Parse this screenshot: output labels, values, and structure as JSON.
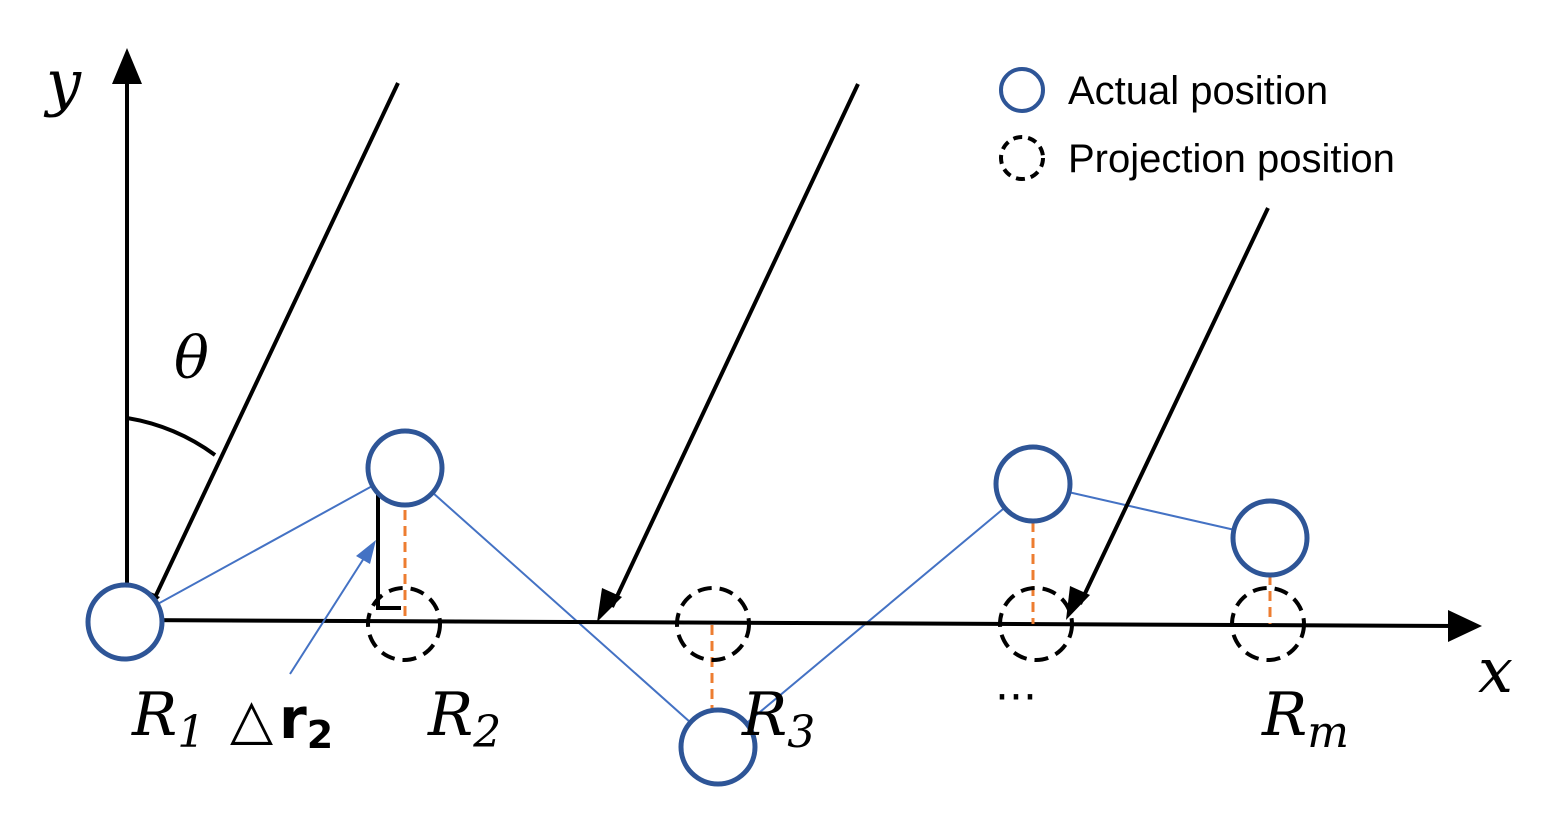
{
  "axes": {
    "x_label": "x",
    "y_label": "y",
    "angle_label": "θ"
  },
  "legend": {
    "actual_label": "Actual position",
    "projection_label": "Projection position"
  },
  "receivers": {
    "r1": {
      "name": "R",
      "sub": "1"
    },
    "r2": {
      "name": "R",
      "sub": "2"
    },
    "r3": {
      "name": "R",
      "sub": "3"
    },
    "rm": {
      "name": "R",
      "sub": "m"
    },
    "ellipsis": "···"
  },
  "offset_label": {
    "delta": "△",
    "r": "r",
    "sub": "2"
  },
  "colors": {
    "actual_circle": "#2e5597",
    "projection_circle": "#000000",
    "connector_line": "#4472c4",
    "projection_offset": "#ed7d31",
    "axis": "#000000"
  }
}
